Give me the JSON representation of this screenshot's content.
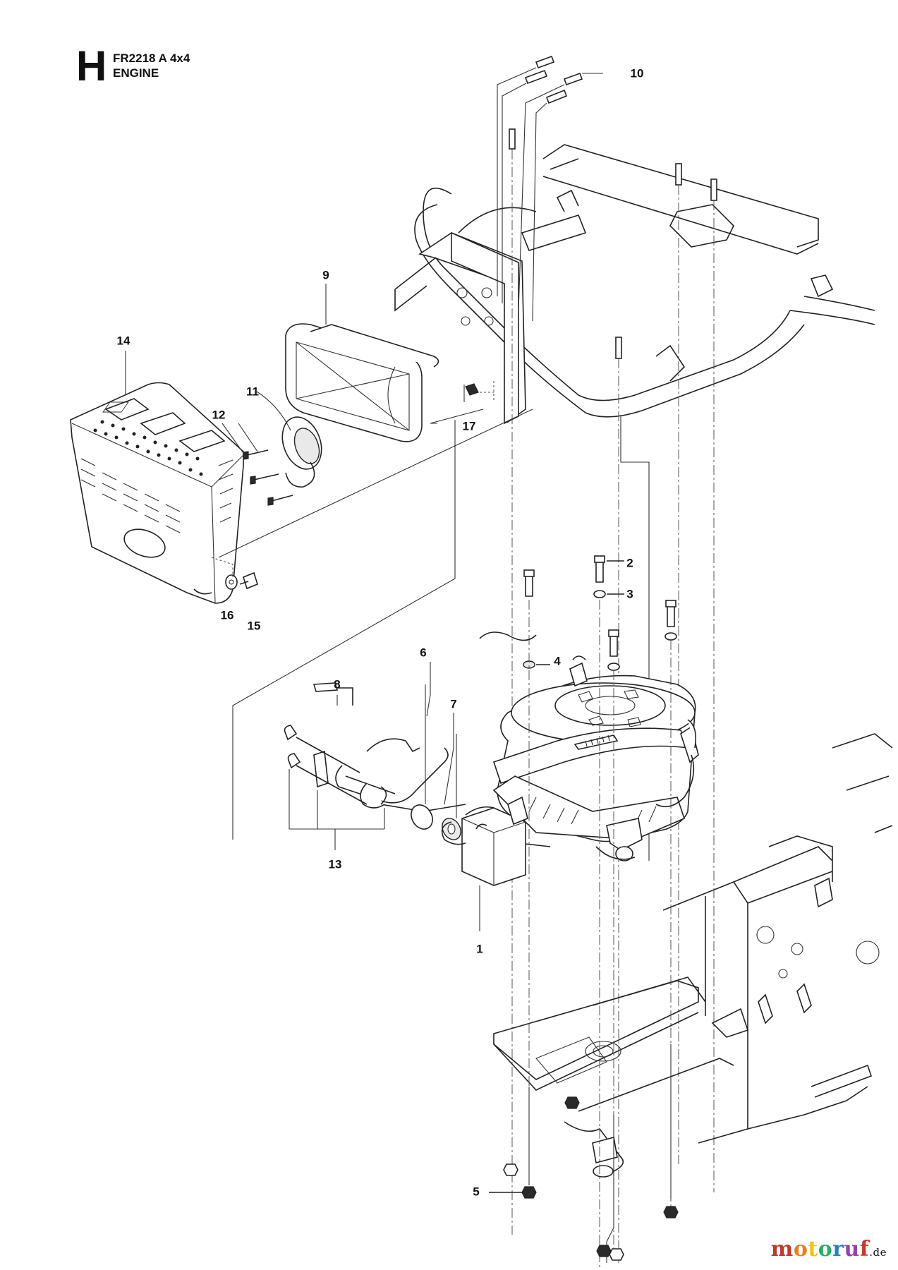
{
  "header": {
    "section_letter": "H",
    "model": "FR2218 A 4x4",
    "section_name": "ENGINE"
  },
  "callouts": [
    "1",
    "2",
    "3",
    "4",
    "5",
    "6",
    "7",
    "8",
    "9",
    "10",
    "11",
    "12",
    "13",
    "14",
    "15",
    "16",
    "17"
  ],
  "brand": {
    "name": "motoruf",
    "tld": ".de"
  },
  "colors": {
    "line": "#222222",
    "brand_m": "#c0392b",
    "brand_o1": "#e67e22",
    "brand_t": "#f1c40f",
    "brand_o2": "#27ae60",
    "brand_r": "#2980b9",
    "brand_u": "#8e44ad",
    "brand_f": "#c0392b"
  }
}
